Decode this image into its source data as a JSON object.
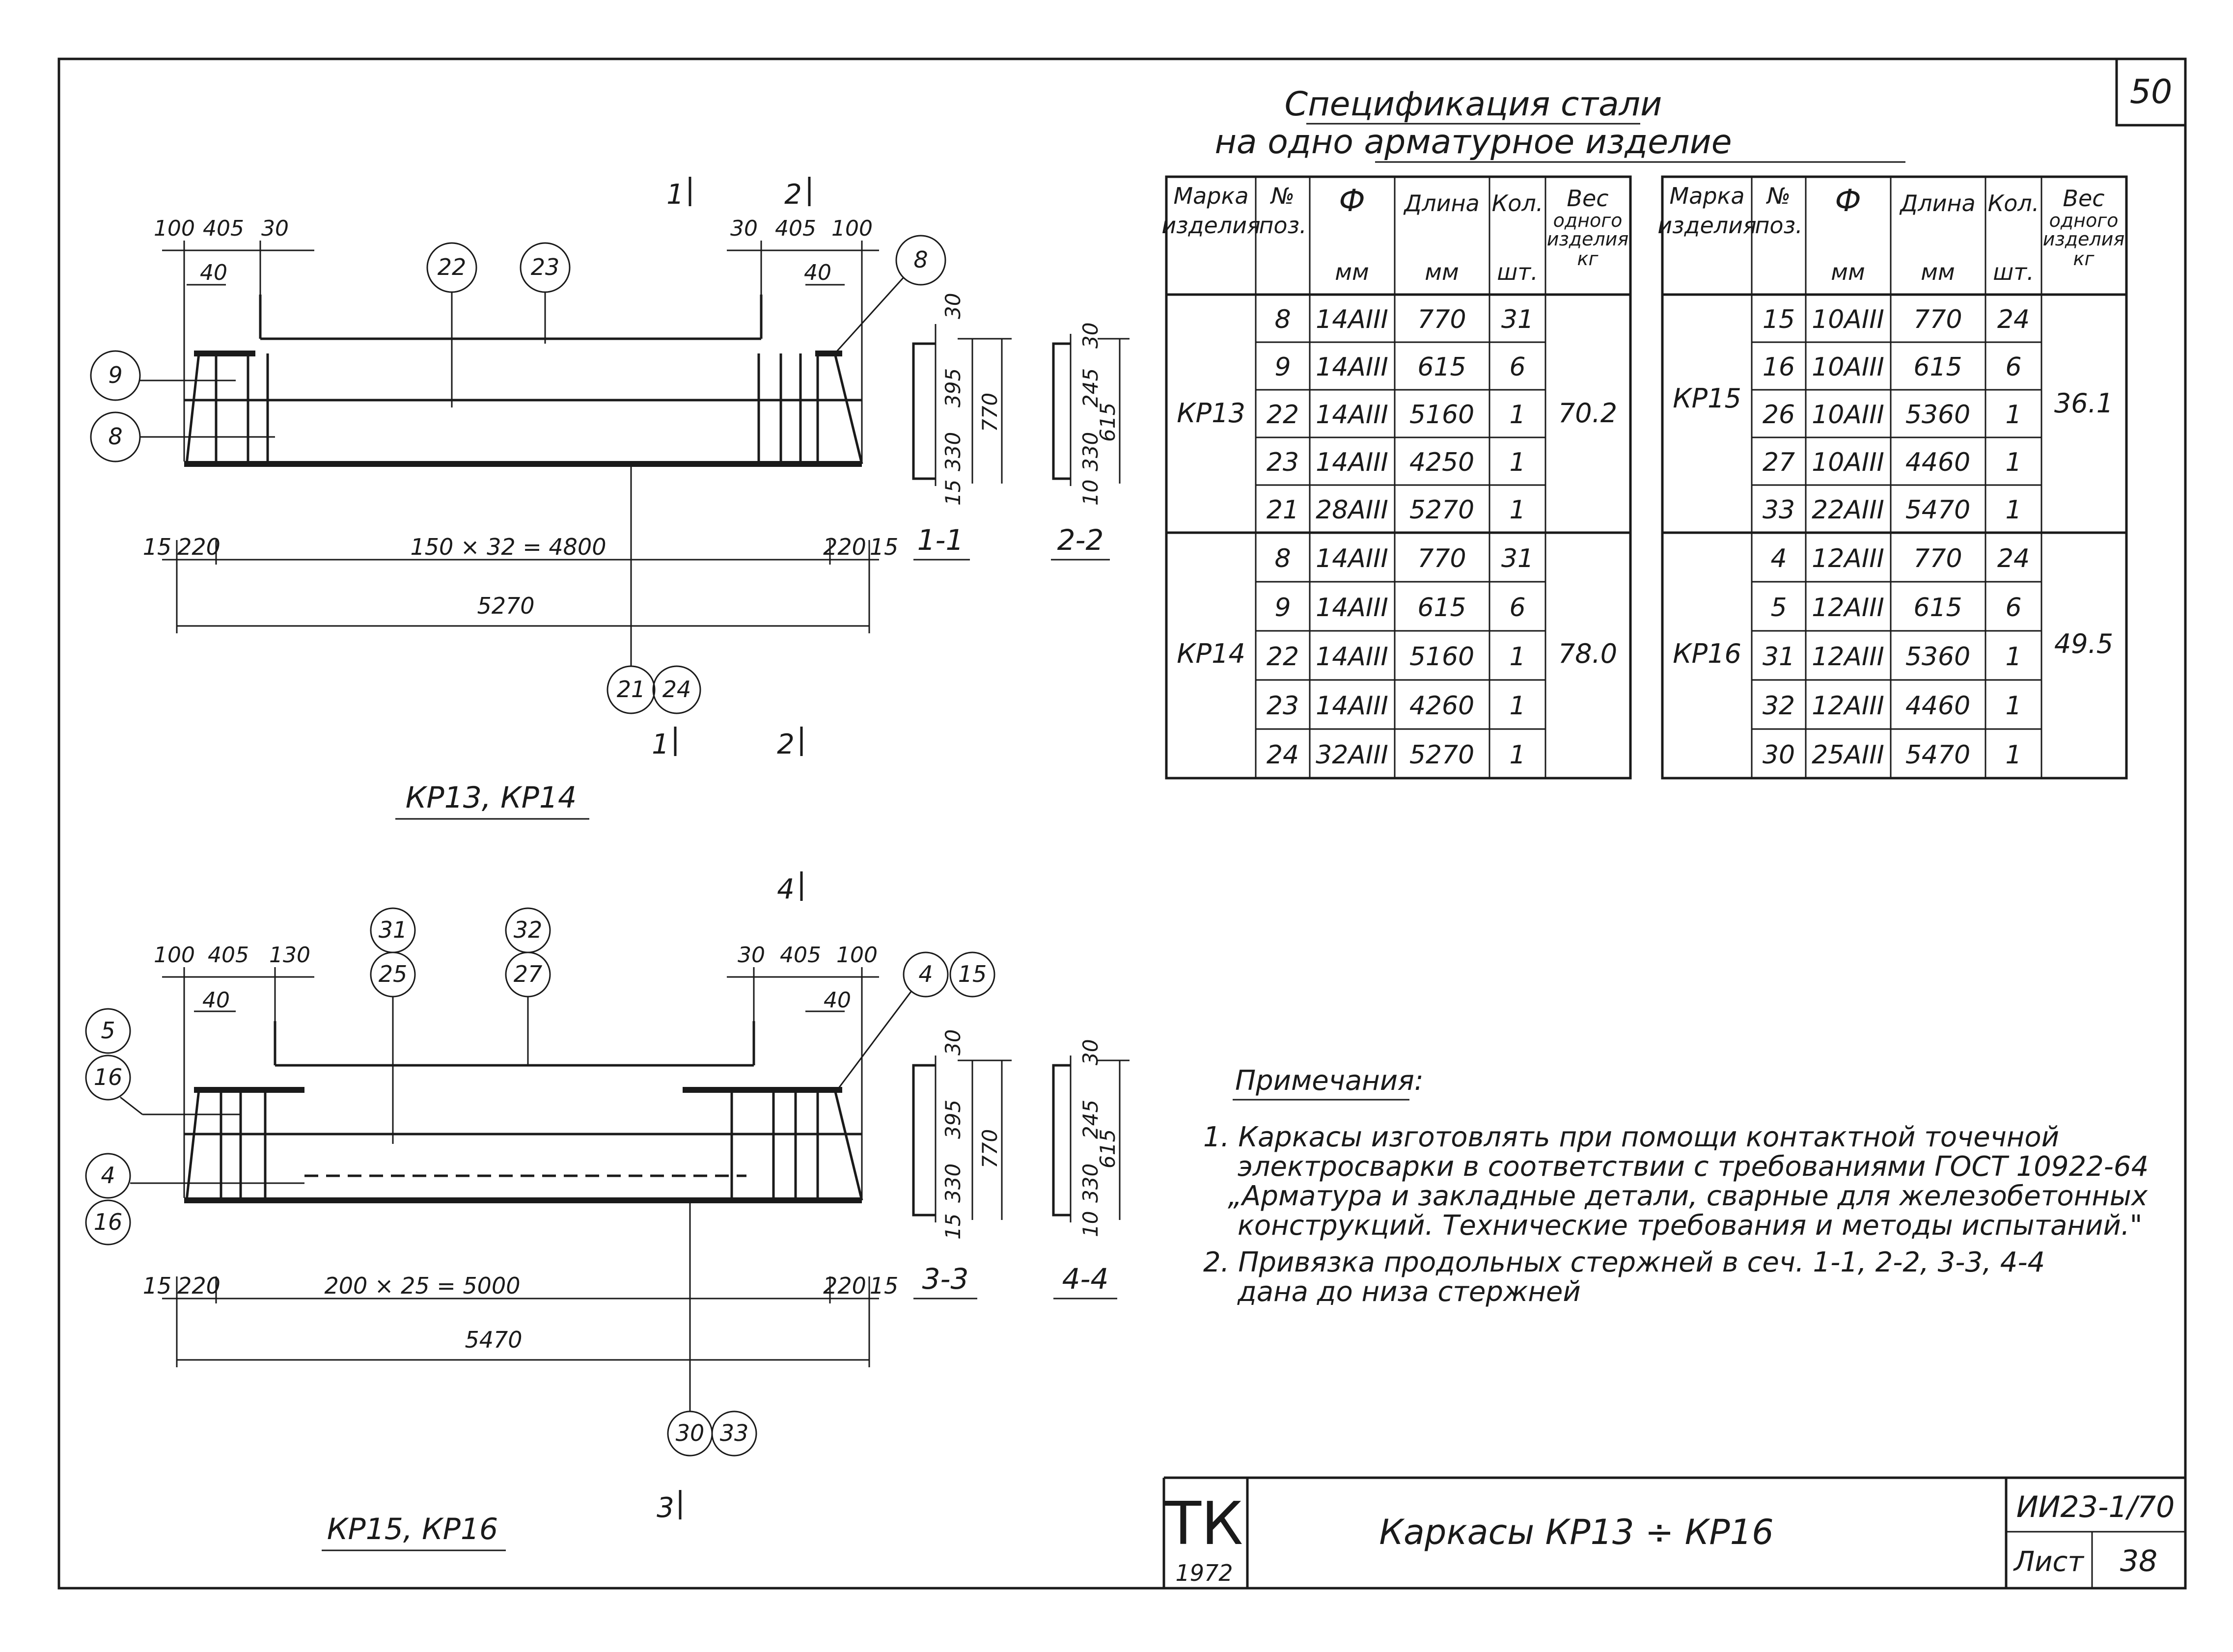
{
  "page_number": "50",
  "spec": {
    "title_line1": "Спецификация стали",
    "title_line2": "на одно арматурное изделие",
    "headers": [
      "Марка изделия",
      "№ поз.",
      "Ф мм",
      "Длина мм",
      "Кол. шт.",
      "Вес одного изделия кг"
    ],
    "header_parts": {
      "mark": [
        "Марка",
        "изделия"
      ],
      "pos": [
        "№",
        "поз."
      ],
      "dia": [
        "Ф",
        "мм"
      ],
      "len": [
        "Длина",
        "мм"
      ],
      "qty": [
        "Кол.",
        "шт."
      ],
      "weight": [
        "Вес",
        "одного",
        "изделия",
        "кг"
      ]
    },
    "left_groups": [
      {
        "mark": "КР13",
        "weight": "70.2",
        "rows": [
          [
            "8",
            "14АIII",
            "770",
            "31"
          ],
          [
            "9",
            "14АIII",
            "615",
            "6"
          ],
          [
            "22",
            "14АIII",
            "5160",
            "1"
          ],
          [
            "23",
            "14АIII",
            "4250",
            "1"
          ],
          [
            "21",
            "28АIII",
            "5270",
            "1"
          ]
        ]
      },
      {
        "mark": "КР14",
        "weight": "78.0",
        "rows": [
          [
            "8",
            "14АIII",
            "770",
            "31"
          ],
          [
            "9",
            "14АIII",
            "615",
            "6"
          ],
          [
            "22",
            "14АIII",
            "5160",
            "1"
          ],
          [
            "23",
            "14АIII",
            "4260",
            "1"
          ],
          [
            "24",
            "32АIII",
            "5270",
            "1"
          ]
        ]
      }
    ],
    "right_groups": [
      {
        "mark": "КР15",
        "weight": "36.1",
        "rows": [
          [
            "15",
            "10АIII",
            "770",
            "24"
          ],
          [
            "16",
            "10АIII",
            "615",
            "6"
          ],
          [
            "26",
            "10АIII",
            "5360",
            "1"
          ],
          [
            "27",
            "10АIII",
            "4460",
            "1"
          ],
          [
            "33",
            "22АIII",
            "5470",
            "1"
          ]
        ]
      },
      {
        "mark": "КР16",
        "weight": "49.5",
        "rows": [
          [
            "4",
            "12АIII",
            "770",
            "24"
          ],
          [
            "5",
            "12АIII",
            "615",
            "6"
          ],
          [
            "31",
            "12АIII",
            "5360",
            "1"
          ],
          [
            "32",
            "12АIII",
            "4460",
            "1"
          ],
          [
            "30",
            "25АIII",
            "5470",
            "1"
          ]
        ]
      }
    ]
  },
  "drawing_top": {
    "dims_top": [
      "100",
      "405",
      "30",
      "40",
      "30",
      "405",
      "100",
      "40"
    ],
    "dims_bottom": [
      "15",
      "220",
      "150 × 32 = 4800",
      "220",
      "15"
    ],
    "overall": "5270",
    "marks": [
      "22",
      "23",
      "8",
      "9",
      "8",
      "21",
      "24"
    ],
    "sections": [
      "1",
      "2"
    ],
    "caption": "КР13, КР14"
  },
  "drawing_bottom": {
    "dims_top": [
      "100",
      "405",
      "130",
      "40",
      "30",
      "405",
      "100",
      "40"
    ],
    "dims_bottom": [
      "15",
      "220",
      "200 × 25 = 5000",
      "220",
      "15"
    ],
    "overall": "5470",
    "marks": [
      "31",
      "25",
      "32",
      "27",
      "4",
      "15",
      "5",
      "16",
      "4",
      "16",
      "30",
      "33"
    ],
    "sections": [
      "4",
      "3"
    ],
    "caption": "КР15, КР16"
  },
  "sections": [
    {
      "label": "1-1",
      "dims": [
        "30",
        "395",
        "330",
        "15",
        "770"
      ]
    },
    {
      "label": "2-2",
      "dims": [
        "30",
        "245",
        "330",
        "10",
        "615"
      ]
    },
    {
      "label": "3-3",
      "dims": [
        "30",
        "395",
        "330",
        "15",
        "770"
      ]
    },
    {
      "label": "4-4",
      "dims": [
        "30",
        "245",
        "330",
        "10",
        "615"
      ]
    }
  ],
  "notes": {
    "title": "Примечания:",
    "n1_line1": "1. Каркасы изготовлять при помощи контактной точечной",
    "n1_line2": "электросварки в соответствии с требованиями ГОСТ 10922-64",
    "n1_line3": "„Арматура и закладные детали, сварные для железобетонных",
    "n1_line4": "конструкций. Технические требования и методы испытаний.\"",
    "n2_line1": "2. Привязка продольных стержней в сеч. 1-1, 2-2, 3-3, 4-4",
    "n2_line2": "дана до низа стержней"
  },
  "title_block": {
    "logo": "ТК",
    "year": "1972",
    "title": "Каркасы КР13 ÷ КР16",
    "series": "ИИ23-1/70",
    "sheet_label": "Лист",
    "sheet_no": "38"
  }
}
